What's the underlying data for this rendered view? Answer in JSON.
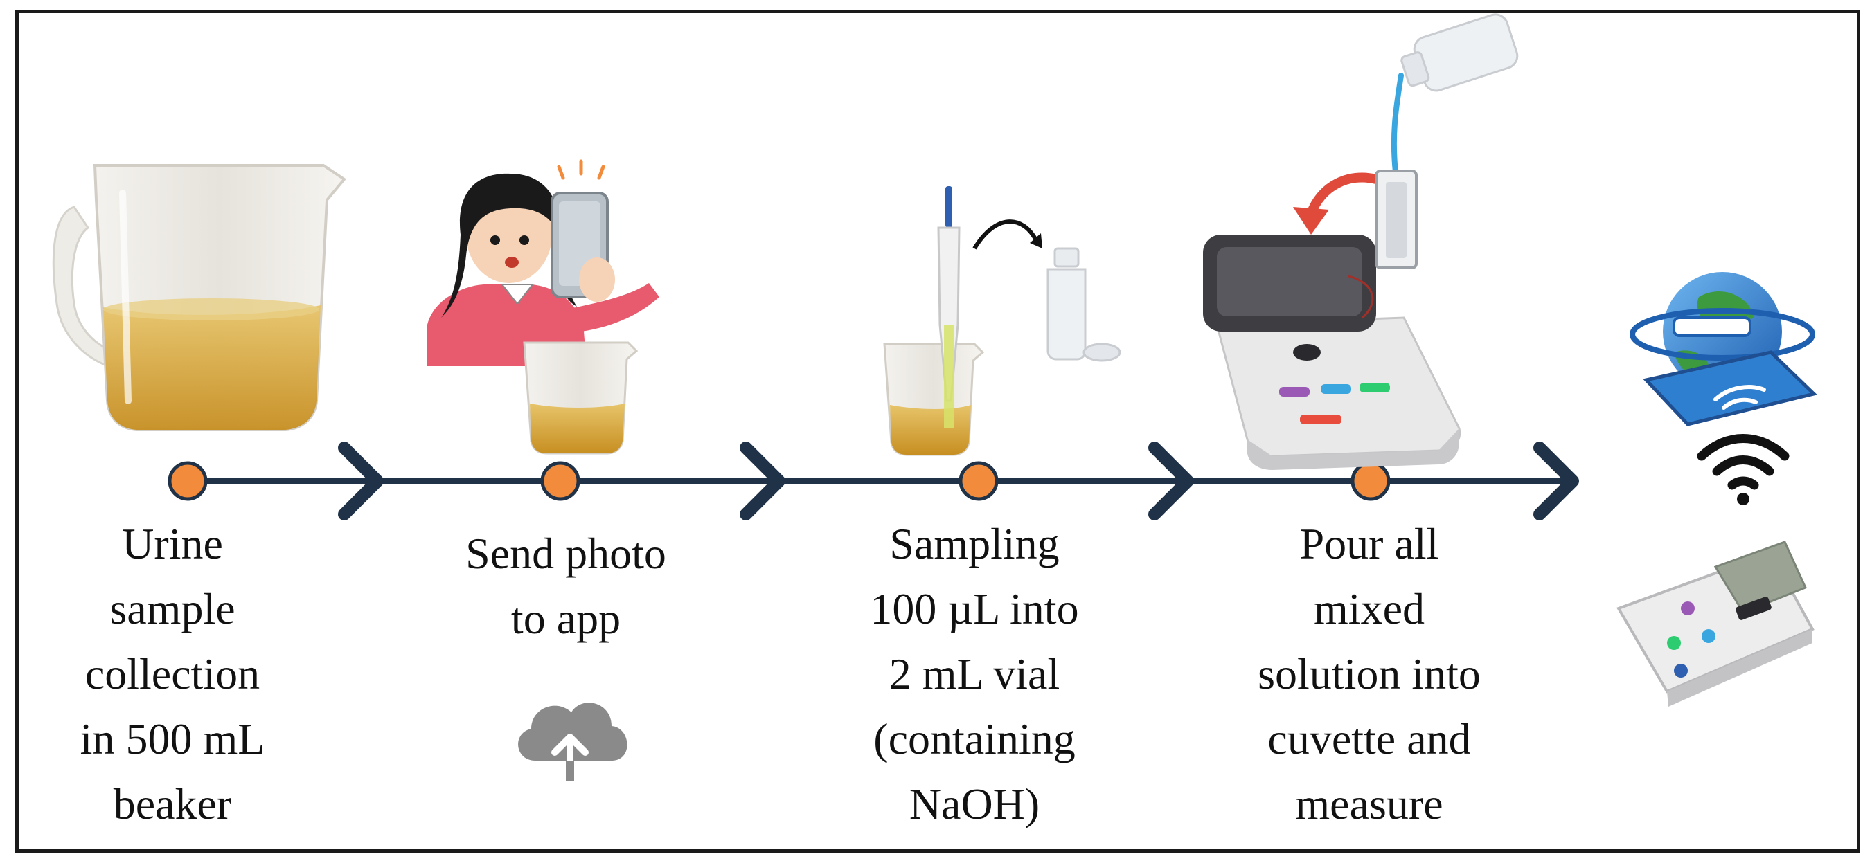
{
  "colors": {
    "timeline": "#1f3247",
    "node_fill": "#f28c3c",
    "node_stroke": "#1f3247",
    "urine": "#d9a93a",
    "beaker": "#ece9e2",
    "arrow_red": "#e04a3a",
    "blue_stream": "#3aa6e0",
    "device": "#e9e9ea",
    "device_dark": "#3e3e42",
    "globe_blue": "#2f7fd0",
    "globe_green": "#3e9a3e",
    "person_hair": "#1a1a1a",
    "person_shirt": "#e85b6e"
  },
  "steps": [
    {
      "id": "collect",
      "label": "Urine\nsample\ncollection\nin 500 mL\nbeaker"
    },
    {
      "id": "photo",
      "label": "Send photo\nto app"
    },
    {
      "id": "sampling",
      "label": "Sampling\n100 µL into\n2 mL vial\n(containing\nNaOH)"
    },
    {
      "id": "measure",
      "label": "Pour all\nmixed\nsolution into\ncuvette and\nmeasure"
    }
  ],
  "icons": {
    "beaker": "beaker-icon",
    "person_phone": "person-with-phone-icon",
    "cloud_upload": "cloud-upload-icon",
    "pipette": "pipette-icon",
    "vial": "vial-icon",
    "cuvette": "cuvette-icon",
    "photometer": "photometer-device-icon",
    "globe_tablet": "globe-tablet-icon",
    "wifi": "wifi-icon"
  }
}
